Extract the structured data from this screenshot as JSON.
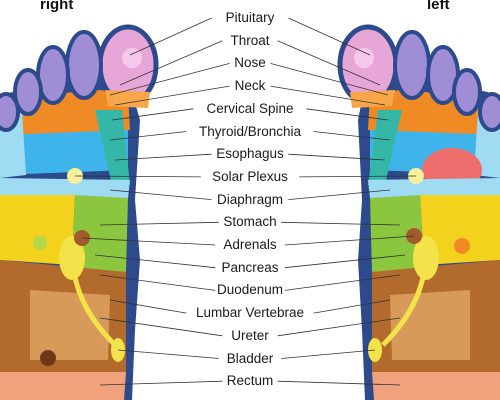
{
  "sides": {
    "right": "right",
    "left": "left"
  },
  "labels": [
    "Pituitary",
    "Throat",
    "Nose",
    "Neck",
    "Cervical Spine",
    "Thyroid/Bronchia",
    "Esophagus",
    "Solar Plexus",
    "Diaphragm",
    "Stomach",
    "Adrenals",
    "Pancreas",
    "Duodenum",
    "Lumbar Vertebrae",
    "Ureter",
    "Bladder",
    "Rectum"
  ],
  "colors": {
    "outline": "#2c4a8c",
    "toe_pink": "#e7a6d8",
    "toe_purple": "#9f8ed6",
    "orange": "#f08a24",
    "light_orange": "#f7a64a",
    "teal": "#35b7a8",
    "sky": "#3fb4ea",
    "light_sky": "#9fdcf4",
    "yellow": "#f3d21d",
    "green": "#8cc63e",
    "brown": "#b26a2d",
    "dark_brown": "#8d4f22",
    "tan": "#d79a58",
    "salmon": "#f0a27c",
    "red": "#ee6d6d"
  }
}
